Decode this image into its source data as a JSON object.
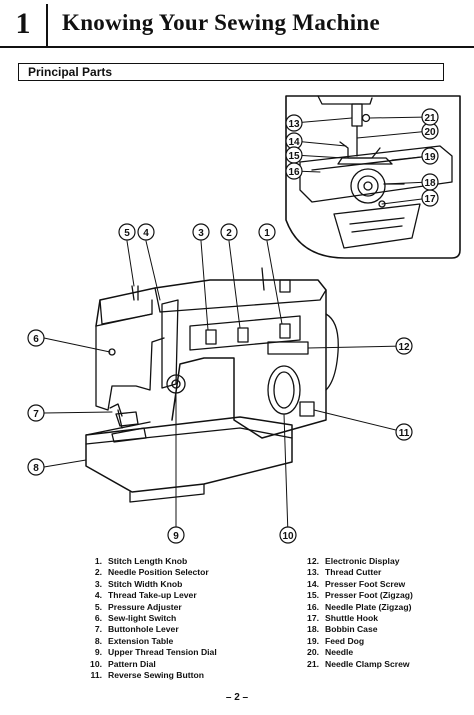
{
  "header": {
    "chapter_number": "1",
    "chapter_title": "Knowing Your Sewing Machine"
  },
  "section": {
    "title": "Principal Parts"
  },
  "callouts": [
    "1",
    "2",
    "3",
    "4",
    "5",
    "6",
    "7",
    "8",
    "9",
    "10",
    "11",
    "12",
    "13",
    "14",
    "15",
    "16",
    "17",
    "18",
    "19",
    "20",
    "21"
  ],
  "parts_left": [
    {
      "num": "1.",
      "name": "Stitch Length Knob"
    },
    {
      "num": "2.",
      "name": "Needle Position Selector"
    },
    {
      "num": "3.",
      "name": "Stitch Width Knob"
    },
    {
      "num": "4.",
      "name": "Thread Take-up Lever"
    },
    {
      "num": "5.",
      "name": "Pressure Adjuster"
    },
    {
      "num": "6.",
      "name": "Sew-light Switch"
    },
    {
      "num": "7.",
      "name": "Buttonhole Lever"
    },
    {
      "num": "8.",
      "name": "Extension Table"
    },
    {
      "num": "9.",
      "name": "Upper Thread Tension Dial"
    },
    {
      "num": "10.",
      "name": "Pattern Dial"
    },
    {
      "num": "11.",
      "name": "Reverse Sewing Button"
    }
  ],
  "parts_right": [
    {
      "num": "12.",
      "name": "Electronic Display"
    },
    {
      "num": "13.",
      "name": "Thread Cutter"
    },
    {
      "num": "14.",
      "name": "Presser Foot Screw"
    },
    {
      "num": "15.",
      "name": "Presser Foot (Zigzag)"
    },
    {
      "num": "16.",
      "name": "Needle Plate (Zigzag)"
    },
    {
      "num": "17.",
      "name": "Shuttle Hook"
    },
    {
      "num": "18.",
      "name": "Bobbin Case"
    },
    {
      "num": "19.",
      "name": "Feed Dog"
    },
    {
      "num": "20.",
      "name": "Needle"
    },
    {
      "num": "21.",
      "name": "Needle Clamp Screw"
    }
  ],
  "page_number": "– 2 –"
}
